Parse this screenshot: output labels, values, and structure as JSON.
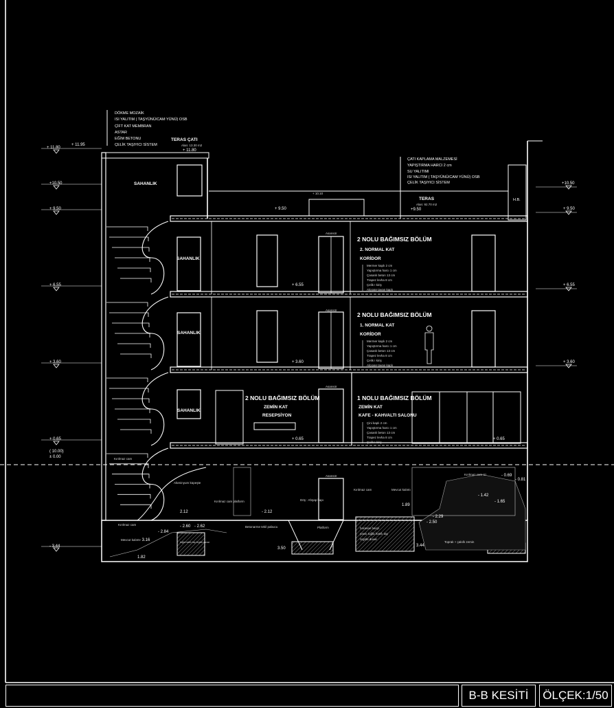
{
  "roof_layers_left": [
    "DÖKME MOZAİK",
    "ISI YALITIM ( TAŞYÜNÜ/CAM YÜNÜ) OSB",
    "ÇİFT KAT MEMBRAN",
    "ASTAR",
    "EĞİM BETONU",
    "ÇELİK TAŞIYICI SİSTEM"
  ],
  "roof_layers_right": [
    "ÇATI KAPLAMA MALZEMESİ",
    "YAPIŞTIRMA HARCI 2 cm",
    "SU YALITIMI",
    "ISI YALITIM ( TAŞYÜNÜ/CAM YÜNÜ) OSB",
    "ÇELİK TAŞIYICI SİSTEM"
  ],
  "teras_cati": {
    "title": "TERAS ÇATI",
    "area": "Alan: 13.30 m2",
    "level": "+ 11.80"
  },
  "teras": {
    "title": "TERAS",
    "area": "Alan: 92.70 m2",
    "level": "+9.50"
  },
  "hb": "H.B.",
  "lift_top_level": "+ 10.10",
  "levels_left": [
    "+ 11.80",
    "+ 11.95",
    "+10.50",
    "+ 9.50",
    "+ 6.55",
    "+ 3.60",
    "+ 0.65",
    "( 10.00)",
    "± 0.00",
    "- 3.44"
  ],
  "levels_right": [
    "+10.50",
    "+ 9.50",
    "+ 6.55",
    "+ 3.60"
  ],
  "levels_inner": [
    "+ 9.50",
    "+ 6.55",
    "+ 3.60",
    "+ 0.65",
    "+ 0.65"
  ],
  "landing": "SAHANLIK",
  "elevator": "Asansör",
  "floor2": {
    "unit": "2 NOLU BAĞIMSIZ BÖLÜM",
    "floor": "2. NORMAL KAT",
    "room": "KORİDOR"
  },
  "floor1": {
    "unit": "2 NOLU BAĞIMSIZ BÖLÜM",
    "floor": "1. NORMAL KAT",
    "room": "KORİDOR"
  },
  "ground_a": {
    "unit": "2 NOLU BAĞIMSIZ BÖLÜM",
    "floor": "ZEMİN KAT",
    "room": "RESEPSİYON"
  },
  "ground_b": {
    "unit": "1 NOLU BAĞIMSIZ BÖLÜM",
    "floor": "ZEMİN KAT",
    "room": "KAFE - KAHVALTI SALONU"
  },
  "floor_layers": [
    "Mermer kaplı        2 cm",
    "Yapıştırma harcı   1 cm",
    "Çasanlı beton     13 cm",
    "Trapez levha        8 cm",
    "Çelik I kiriş",
    "Alçıpan tavan kaplı"
  ],
  "ground_layers": [
    "Çini kaplı           2 cm",
    "Yapıştırma harcı   1 cm",
    "Çasanlı beton     13 cm",
    "Trapez levha        8 cm",
    "Çelik I kiriş"
  ],
  "basement": {
    "glass_rail": "Kırılmaz cam",
    "alu_rail": "Alüminyum küpeşte",
    "glass_platform": "Kırılmaz cam platform",
    "lvl_212a": "2.12",
    "lvl_212b": "- 2.12",
    "door": "Döş : Ahşap kapı",
    "glass2": "Kırılmaz cam",
    "remains": "Mevcut kalıntı",
    "lvl_189": "1.89",
    "glass_trace": "Kırılmaz cam izi",
    "lvl_069": "- 0.69",
    "lvl_081": "- 0.81",
    "lvl_142": "- 1.42",
    "lvl_165": "- 1.65",
    "lvl_229": "- 2.29",
    "lvl_250": "- 2.50",
    "soil": "Toprak + çakıllı zemin",
    "lvl_344": "3.44",
    "glass3": "Kırılmaz cam",
    "lvl_284": "- 2.84",
    "lvl_260": "- 2.60",
    "lvl_262": "- 2.62",
    "remains2": "Mevcut kalıntı",
    "lvl_316": "- 3.16",
    "wall1": "tuğla hatıllı taş örgülü duvar",
    "lvl_182": "1.82",
    "footing": "Betonarme tekil pabucu",
    "platform": "Platform",
    "wall2a": "horasan harçlı",
    "wall2b": "yassı tuğla hatıllı taş",
    "wall2c": "örgülü duvar",
    "lvl_350": "3.50"
  },
  "footer": {
    "title": "B-B KESİTİ",
    "scale": "ÖLÇEK:1/50"
  }
}
